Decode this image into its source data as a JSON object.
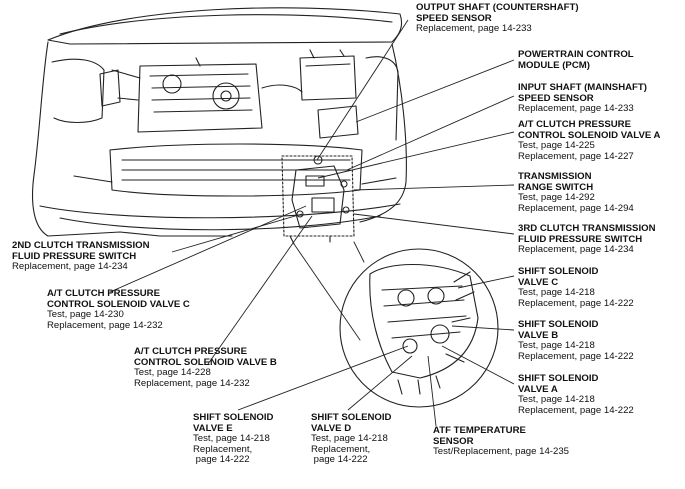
{
  "labels": {
    "output_shaft": {
      "title": [
        "OUTPUT SHAFT (COUNTERSHAFT)",
        "SPEED SENSOR"
      ],
      "refs": [
        "Replacement, page 14-233"
      ]
    },
    "pcm": {
      "title": [
        "POWERTRAIN CONTROL",
        "MODULE (PCM)"
      ],
      "refs": []
    },
    "input_shaft": {
      "title": [
        "INPUT SHAFT (MAINSHAFT)",
        "SPEED SENSOR"
      ],
      "refs": [
        "Replacement, page 14-233"
      ]
    },
    "clutch_valve_a": {
      "title": [
        "A/T CLUTCH PRESSURE",
        "CONTROL SOLENOID VALVE A"
      ],
      "refs": [
        "Test, page 14-225",
        "Replacement, page 14-227"
      ]
    },
    "range_switch": {
      "title": [
        "TRANSMISSION",
        "RANGE SWITCH"
      ],
      "refs": [
        "Test, page 14-292",
        "Replacement, page 14-294"
      ]
    },
    "third_clutch": {
      "title": [
        "3RD CLUTCH TRANSMISSION",
        "FLUID PRESSURE SWITCH"
      ],
      "refs": [
        "Replacement, page 14-234"
      ]
    },
    "second_clutch": {
      "title": [
        "2ND CLUTCH TRANSMISSION",
        "FLUID PRESSURE SWITCH"
      ],
      "refs": [
        "Replacement, page 14-234"
      ]
    },
    "clutch_valve_c": {
      "title": [
        "A/T CLUTCH PRESSURE",
        "CONTROL SOLENOID VALVE C"
      ],
      "refs": [
        "Test, page 14-230",
        "Replacement, page 14-232"
      ]
    },
    "clutch_valve_b": {
      "title": [
        "A/T CLUTCH PRESSURE",
        "CONTROL SOLENOID VALVE B"
      ],
      "refs": [
        "Test, page 14-228",
        "Replacement, page 14-232"
      ]
    },
    "shift_c": {
      "title": [
        "SHIFT SOLENOID",
        "VALVE C"
      ],
      "refs": [
        "Test, page 14-218",
        "Replacement, page 14-222"
      ]
    },
    "shift_b": {
      "title": [
        "SHIFT SOLENOID",
        "VALVE B"
      ],
      "refs": [
        "Test, page 14-218",
        "Replacement, page 14-222"
      ]
    },
    "shift_a": {
      "title": [
        "SHIFT SOLENOID",
        "VALVE A"
      ],
      "refs": [
        "Test, page 14-218",
        "Replacement, page 14-222"
      ]
    },
    "shift_e": {
      "title": [
        "SHIFT SOLENOID",
        "VALVE E"
      ],
      "refs": [
        "Test, page 14-218",
        "Replacement,",
        " page 14-222"
      ]
    },
    "shift_d": {
      "title": [
        "SHIFT SOLENOID",
        "VALVE D"
      ],
      "refs": [
        "Test, page 14-218",
        "Replacement,",
        " page 14-222"
      ]
    },
    "atf_temp": {
      "title": [
        "ATF TEMPERATURE",
        "SENSOR"
      ],
      "refs": [
        "Test/Replacement, page 14-235"
      ]
    }
  }
}
